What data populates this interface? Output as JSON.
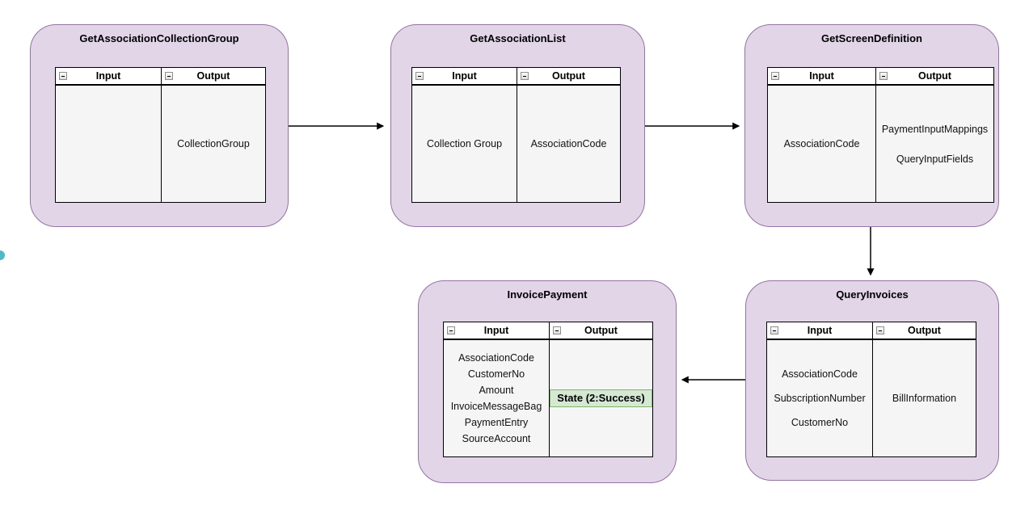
{
  "diagram": {
    "colors": {
      "node_fill": "#E1D5E7",
      "node_stroke": "#9673A6",
      "table_body": "#F5F5F5",
      "badge_fill": "#D5E8D4",
      "badge_stroke": "#82B366",
      "arrow": "#000000",
      "teal_marker": "#4FB8C9",
      "canvas_background": "#FFFFFF"
    },
    "nodes": [
      {
        "title": "GetAssociationCollectionGroup",
        "input_header": "Input",
        "output_header": "Output",
        "inputs": [],
        "outputs": [
          "CollectionGroup"
        ]
      },
      {
        "title": "GetAssociationList",
        "input_header": "Input",
        "output_header": "Output",
        "inputs": [
          "Collection Group"
        ],
        "outputs": [
          "AssociationCode"
        ]
      },
      {
        "title": "GetScreenDefinition",
        "input_header": "Input",
        "output_header": "Output",
        "inputs": [
          "AssociationCode"
        ],
        "outputs": [
          "PaymentInputMappings",
          "QueryInputFields"
        ]
      },
      {
        "title": "QueryInvoices",
        "input_header": "Input",
        "output_header": "Output",
        "inputs": [
          "AssociationCode",
          "SubscriptionNumber",
          "CustomerNo"
        ],
        "outputs": [
          "BillInformation"
        ]
      },
      {
        "title": "InvoicePayment",
        "input_header": "Input",
        "output_header": "Output",
        "inputs": [
          "AssociationCode",
          "CustomerNo",
          "Amount",
          "InvoiceMessageBag",
          "PaymentEntry",
          "SourceAccount"
        ],
        "outputs": [],
        "output_badge": "State (2:Success)"
      }
    ],
    "edges": [
      {
        "from": "GetAssociationCollectionGroup",
        "to": "GetAssociationList",
        "direction": "right"
      },
      {
        "from": "GetAssociationList",
        "to": "GetScreenDefinition",
        "direction": "right"
      },
      {
        "from": "GetScreenDefinition",
        "to": "QueryInvoices",
        "direction": "down"
      },
      {
        "from": "QueryInvoices",
        "to": "InvoicePayment",
        "direction": "left"
      }
    ]
  }
}
